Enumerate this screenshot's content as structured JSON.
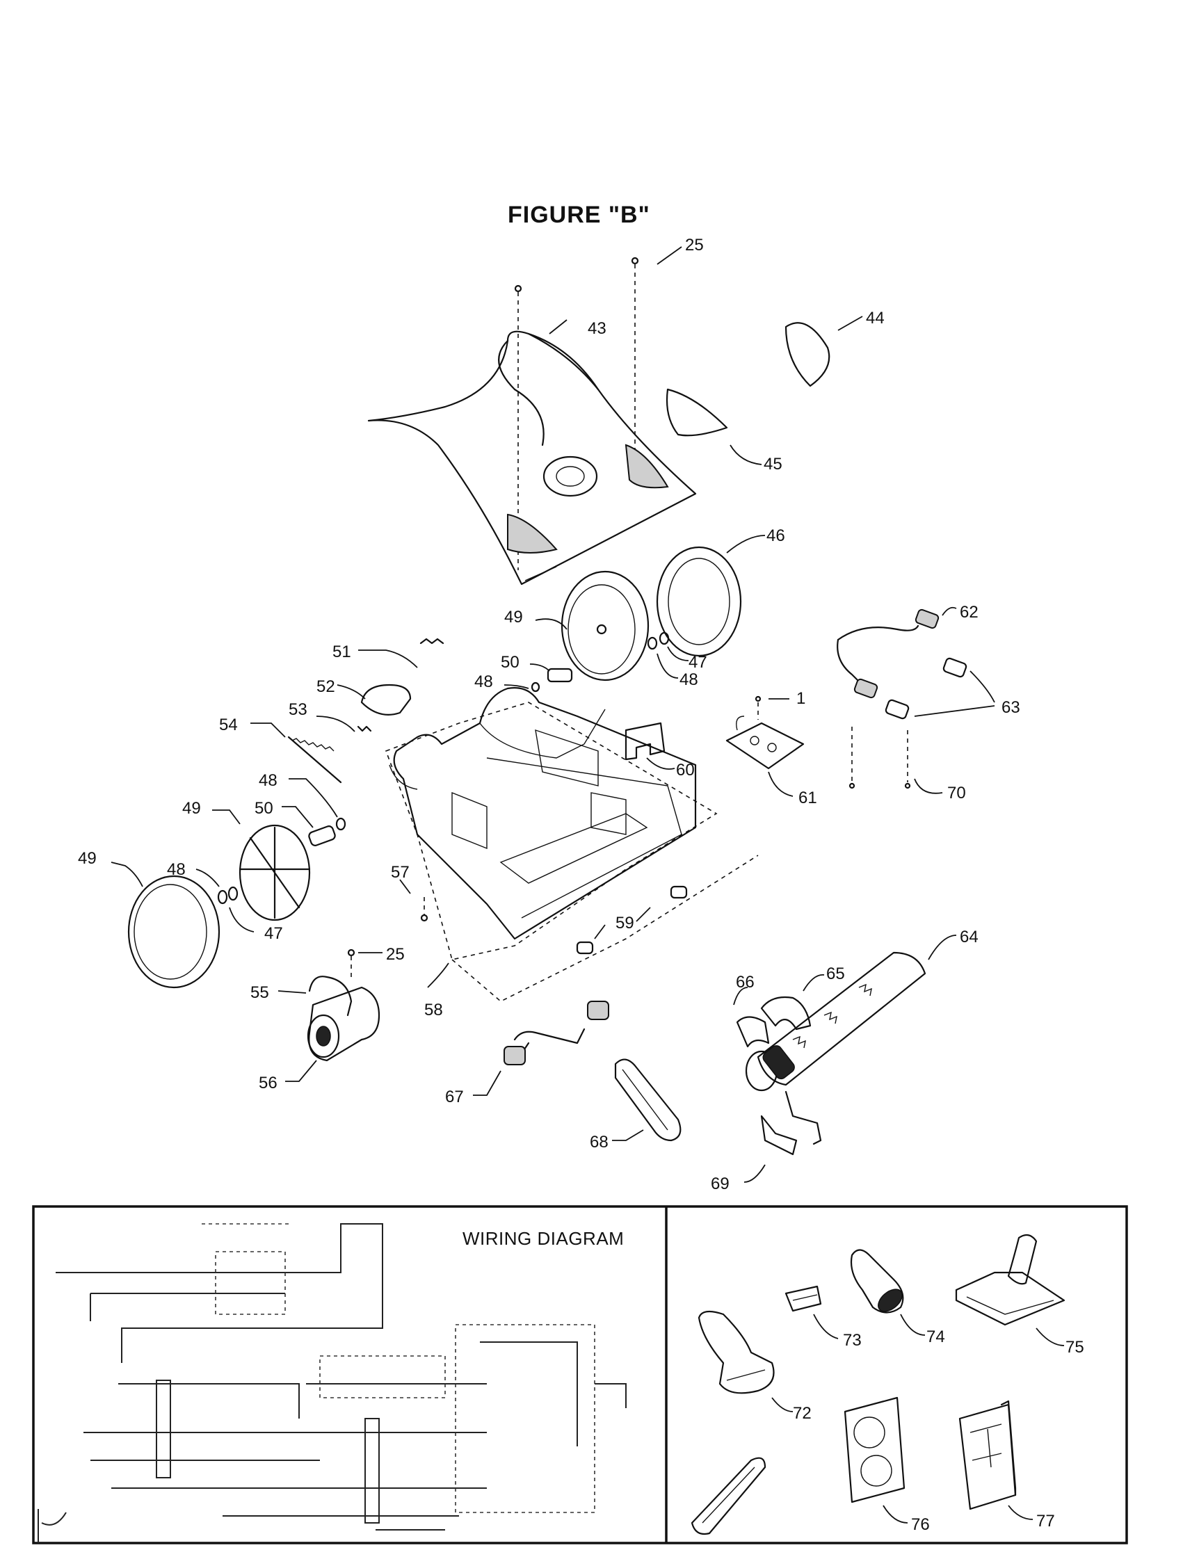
{
  "figure": {
    "title": "FIGURE \"B\""
  },
  "wiring": {
    "title": "WIRING DIAGRAM"
  },
  "part_labels": {
    "p1": "1",
    "p25a": "25",
    "p25b": "25",
    "p43": "43",
    "p44": "44",
    "p45": "45",
    "p46": "46",
    "p47a": "47",
    "p47b": "47",
    "p48a": "48",
    "p48b": "48",
    "p48c": "48",
    "p48d": "48",
    "p49a": "49",
    "p49b": "49",
    "p49c": "49",
    "p50a": "50",
    "p50b": "50",
    "p51": "51",
    "p52": "52",
    "p53": "53",
    "p54": "54",
    "p55": "55",
    "p56": "56",
    "p57": "57",
    "p58": "58",
    "p59": "59",
    "p60": "60",
    "p61": "61",
    "p62": "62",
    "p63": "63",
    "p64": "64",
    "p65": "65",
    "p66": "66",
    "p67": "67",
    "p68": "68",
    "p69": "69",
    "p70": "70",
    "p72": "72",
    "p73": "73",
    "p74": "74",
    "p75": "75",
    "p76": "76",
    "p77": "77"
  }
}
